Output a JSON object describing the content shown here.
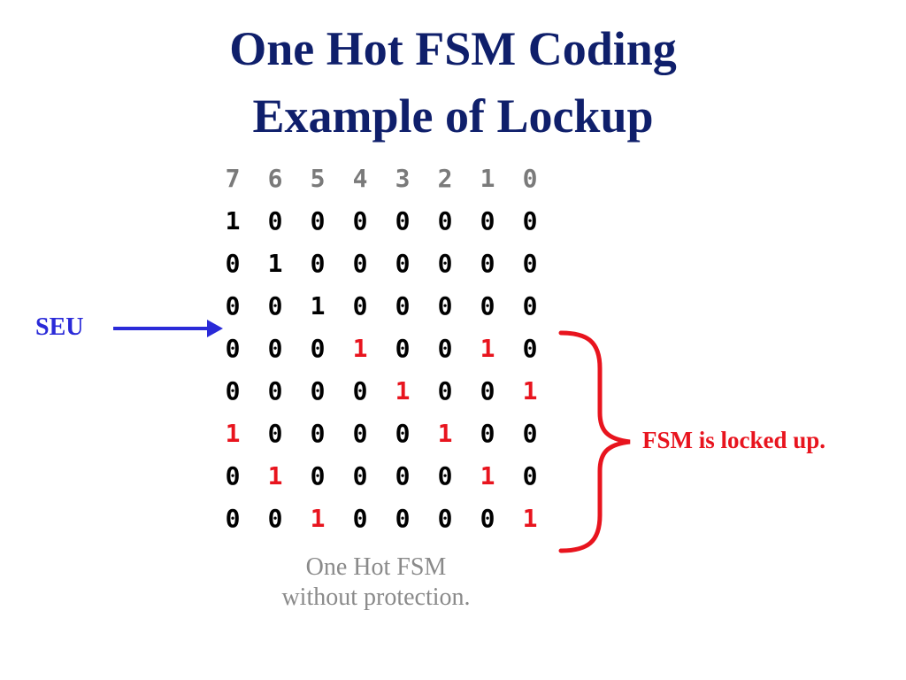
{
  "title": {
    "line1": "One Hot FSM Coding",
    "line2": "Example of Lockup"
  },
  "bit_headers": [
    "7",
    "6",
    "5",
    "4",
    "3",
    "2",
    "1",
    "0"
  ],
  "rows": [
    {
      "bits": [
        "1",
        "0",
        "0",
        "0",
        "0",
        "0",
        "0",
        "0"
      ],
      "red": [
        false,
        false,
        false,
        false,
        false,
        false,
        false,
        false
      ]
    },
    {
      "bits": [
        "0",
        "1",
        "0",
        "0",
        "0",
        "0",
        "0",
        "0"
      ],
      "red": [
        false,
        false,
        false,
        false,
        false,
        false,
        false,
        false
      ]
    },
    {
      "bits": [
        "0",
        "0",
        "1",
        "0",
        "0",
        "0",
        "0",
        "0"
      ],
      "red": [
        false,
        false,
        false,
        false,
        false,
        false,
        false,
        false
      ]
    },
    {
      "bits": [
        "0",
        "0",
        "0",
        "1",
        "0",
        "0",
        "1",
        "0"
      ],
      "red": [
        false,
        false,
        false,
        true,
        false,
        false,
        true,
        false
      ]
    },
    {
      "bits": [
        "0",
        "0",
        "0",
        "0",
        "1",
        "0",
        "0",
        "1"
      ],
      "red": [
        false,
        false,
        false,
        false,
        true,
        false,
        false,
        true
      ]
    },
    {
      "bits": [
        "1",
        "0",
        "0",
        "0",
        "0",
        "1",
        "0",
        "0"
      ],
      "red": [
        true,
        false,
        false,
        false,
        false,
        true,
        false,
        false
      ]
    },
    {
      "bits": [
        "0",
        "1",
        "0",
        "0",
        "0",
        "0",
        "1",
        "0"
      ],
      "red": [
        false,
        true,
        false,
        false,
        false,
        false,
        true,
        false
      ]
    },
    {
      "bits": [
        "0",
        "0",
        "1",
        "0",
        "0",
        "0",
        "0",
        "1"
      ],
      "red": [
        false,
        false,
        true,
        false,
        false,
        false,
        false,
        true
      ]
    }
  ],
  "seu_label": "SEU",
  "locked_label": "FSM is locked up.",
  "caption": {
    "line1": "One Hot FSM",
    "line2": "without protection."
  },
  "colors": {
    "title": "#0f1f6b",
    "seu": "#2a2ad8",
    "highlight": "#e8141e",
    "header_digits": "#7a7a7a",
    "caption": "#8a8a8a"
  }
}
